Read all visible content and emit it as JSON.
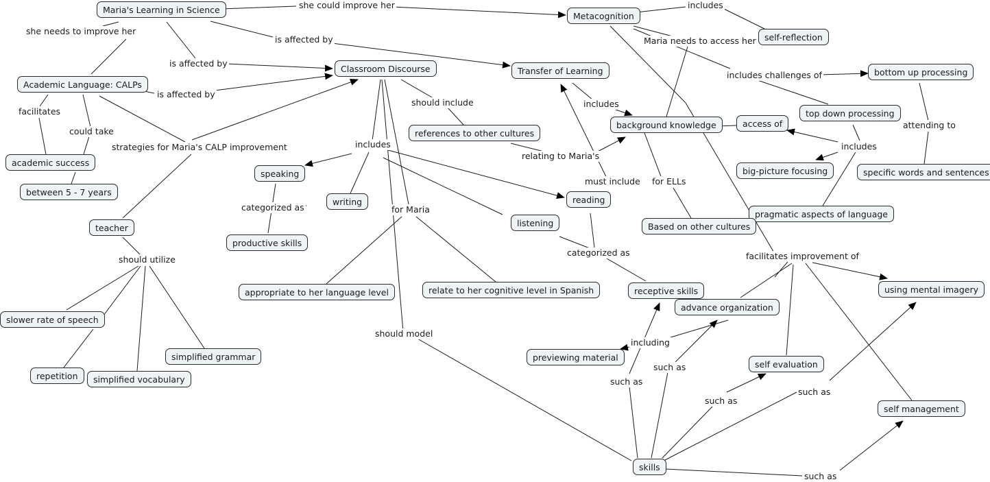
{
  "title": "Maria's Learning in Science",
  "concepts": {
    "maria": "Maria's Learning in Science",
    "meta": "Metacognition",
    "selfref": "self-reflection",
    "cd": "Classroom Discourse",
    "tol": "Transfer of Learning",
    "alc": "Academic Language: CALPs",
    "bup": "bottom up processing",
    "tdp": "top down processing",
    "bk": "background knowledge",
    "access": "access of",
    "refs": "references to other cultures",
    "acs": "academic success",
    "bpf": "big-picture focusing",
    "sws": "specific words and sentences",
    "speaking": "speaking",
    "y57": "between 5 - 7 years",
    "writing": "writing",
    "reading": "reading",
    "pal": "pragmatic aspects of language",
    "teacher": "teacher",
    "listening": "listening",
    "boc": "Based on other cultures",
    "prod": "productive skills",
    "rec": "receptive skills",
    "app": "appropriate to her language level",
    "relate": "relate to her cognitive level in Spanish",
    "umi": "using mental imagery",
    "adv": "advance organization",
    "slower": "slower rate of speech",
    "sgram": "simplified grammar",
    "prev": "previewing material",
    "seval": "self evaluation",
    "rep": "repetition",
    "svocab": "simplified vocabulary",
    "smgmt": "self management",
    "skills": "skills"
  },
  "links": {
    "couldimprove": "she could improve her",
    "incl1": "includes",
    "needsimprove": "she needs to improve her",
    "aff1": "is affected by",
    "needsaccess": "Maria needs to access her",
    "aff2": "is affected by",
    "aff3": "is affected by",
    "inclch": "includes challenges of",
    "shouldincl": "should include",
    "incl2": "includes",
    "facil": "facilitates",
    "couldtake": "could take",
    "attending": "attending to",
    "incl3": "includes",
    "strategies": "strategies for Maria's CALP improvement",
    "incl4": "includes",
    "relating": "relating to Maria's",
    "mustincl": "must include",
    "forells": "for ELLs",
    "catas1": "categorized as",
    "formaria": "for Maria",
    "catas2": "categorized as",
    "facimpr": "facilitates improvement of",
    "shouldutil": "should utilize",
    "shouldmodel": "should model",
    "including": "including",
    "suchas1": "such as",
    "suchas2": "such as",
    "suchas3": "such as",
    "suchas4": "such as",
    "suchas5": "such as"
  }
}
